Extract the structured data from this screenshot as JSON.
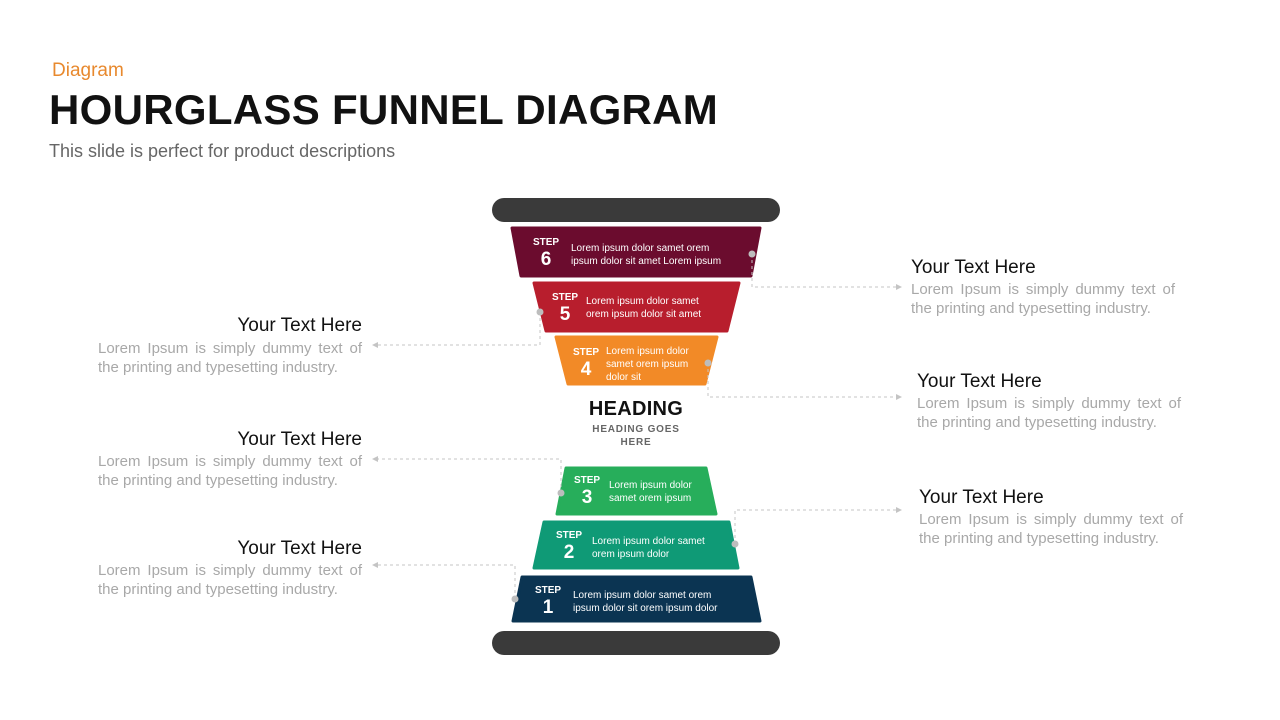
{
  "header": {
    "category": "Diagram",
    "title": "HOURGLASS FUNNEL DIAGRAM",
    "subtitle": "This slide is perfect for product descriptions"
  },
  "center": {
    "heading": "HEADING",
    "subheading": "HEADING GOES HERE"
  },
  "steps": [
    {
      "word": "STEP",
      "number": "1",
      "text": "Lorem ipsum dolor samet orem ipsum dolor sit orem ipsum dolor",
      "color": "#0b3452"
    },
    {
      "word": "STEP",
      "number": "2",
      "text": "Lorem ipsum dolor samet orem ipsum dolor",
      "color": "#0f9a76"
    },
    {
      "word": "STEP",
      "number": "3",
      "text": "Lorem ipsum dolor samet orem ipsum",
      "color": "#27ae5b"
    },
    {
      "word": "STEP",
      "number": "4",
      "text": "Lorem ipsum dolor samet orem ipsum dolor sit",
      "color": "#f28a27"
    },
    {
      "word": "STEP",
      "number": "5",
      "text": "Lorem ipsum dolor samet orem ipsum dolor sit amet",
      "color": "#b81e2d"
    },
    {
      "word": "STEP",
      "number": "6",
      "text": "Lorem ipsum dolor samet orem ipsum dolor sit amet Lorem ipsum",
      "color": "#6b0c2e"
    }
  ],
  "callouts": {
    "right_top": {
      "title": "Your Text Here",
      "body": "Lorem Ipsum is simply dummy text of the printing and typesetting industry."
    },
    "right_middle": {
      "title": "Your Text Here",
      "body": "Lorem Ipsum is simply dummy text of the printing and typesetting industry."
    },
    "right_bottom": {
      "title": "Your Text Here",
      "body": "Lorem Ipsum is simply dummy text of the printing and typesetting industry."
    },
    "left_top": {
      "title": "Your Text Here",
      "body": "Lorem Ipsum is simply dummy text of the printing and typesetting industry."
    },
    "left_middle": {
      "title": "Your Text Here",
      "body": "Lorem Ipsum is simply dummy text of the printing and typesetting industry."
    },
    "left_bottom": {
      "title": "Your Text Here",
      "body": "Lorem Ipsum is simply dummy text of the printing and typesetting industry."
    }
  },
  "colors": {
    "bar": "#3a3a3a",
    "connector": "#c4c4c4",
    "accent": "#e8892e"
  }
}
